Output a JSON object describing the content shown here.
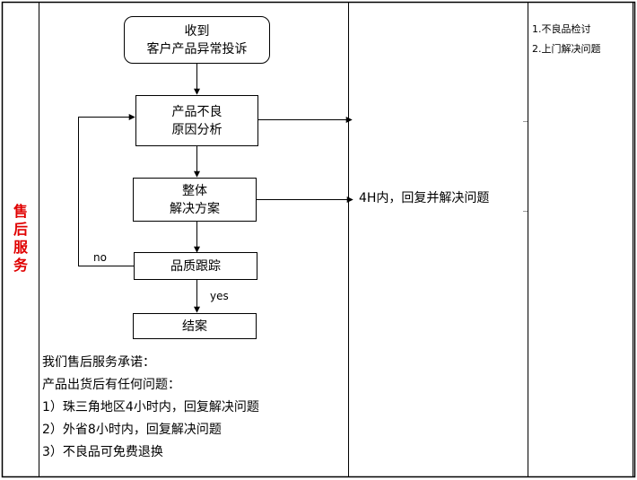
{
  "sidebar": {
    "title": "售后服务"
  },
  "flow": {
    "start": {
      "line1": "收到",
      "line2": "客户产品异常投诉"
    },
    "analysis": {
      "line1": "产品不良",
      "line2": "原因分析"
    },
    "solution": {
      "line1": "整体",
      "line2": "解决方案"
    },
    "tracking": {
      "label": "品质跟踪"
    },
    "close": {
      "label": "结案"
    },
    "no_label": "no",
    "yes_label": "yes"
  },
  "middle": {
    "response_text": "4H内，回复并解决问题"
  },
  "right": {
    "items": [
      "1.不良品检讨",
      "2.上门解决问题"
    ]
  },
  "promise": {
    "lines": [
      "我们售后服务承诺：",
      "产品出货后有任何问题：",
      "1）珠三角地区4小时内，回复解决问题",
      "2）外省8小时内，回复解决问题",
      "3）不良品可免费退换"
    ]
  }
}
